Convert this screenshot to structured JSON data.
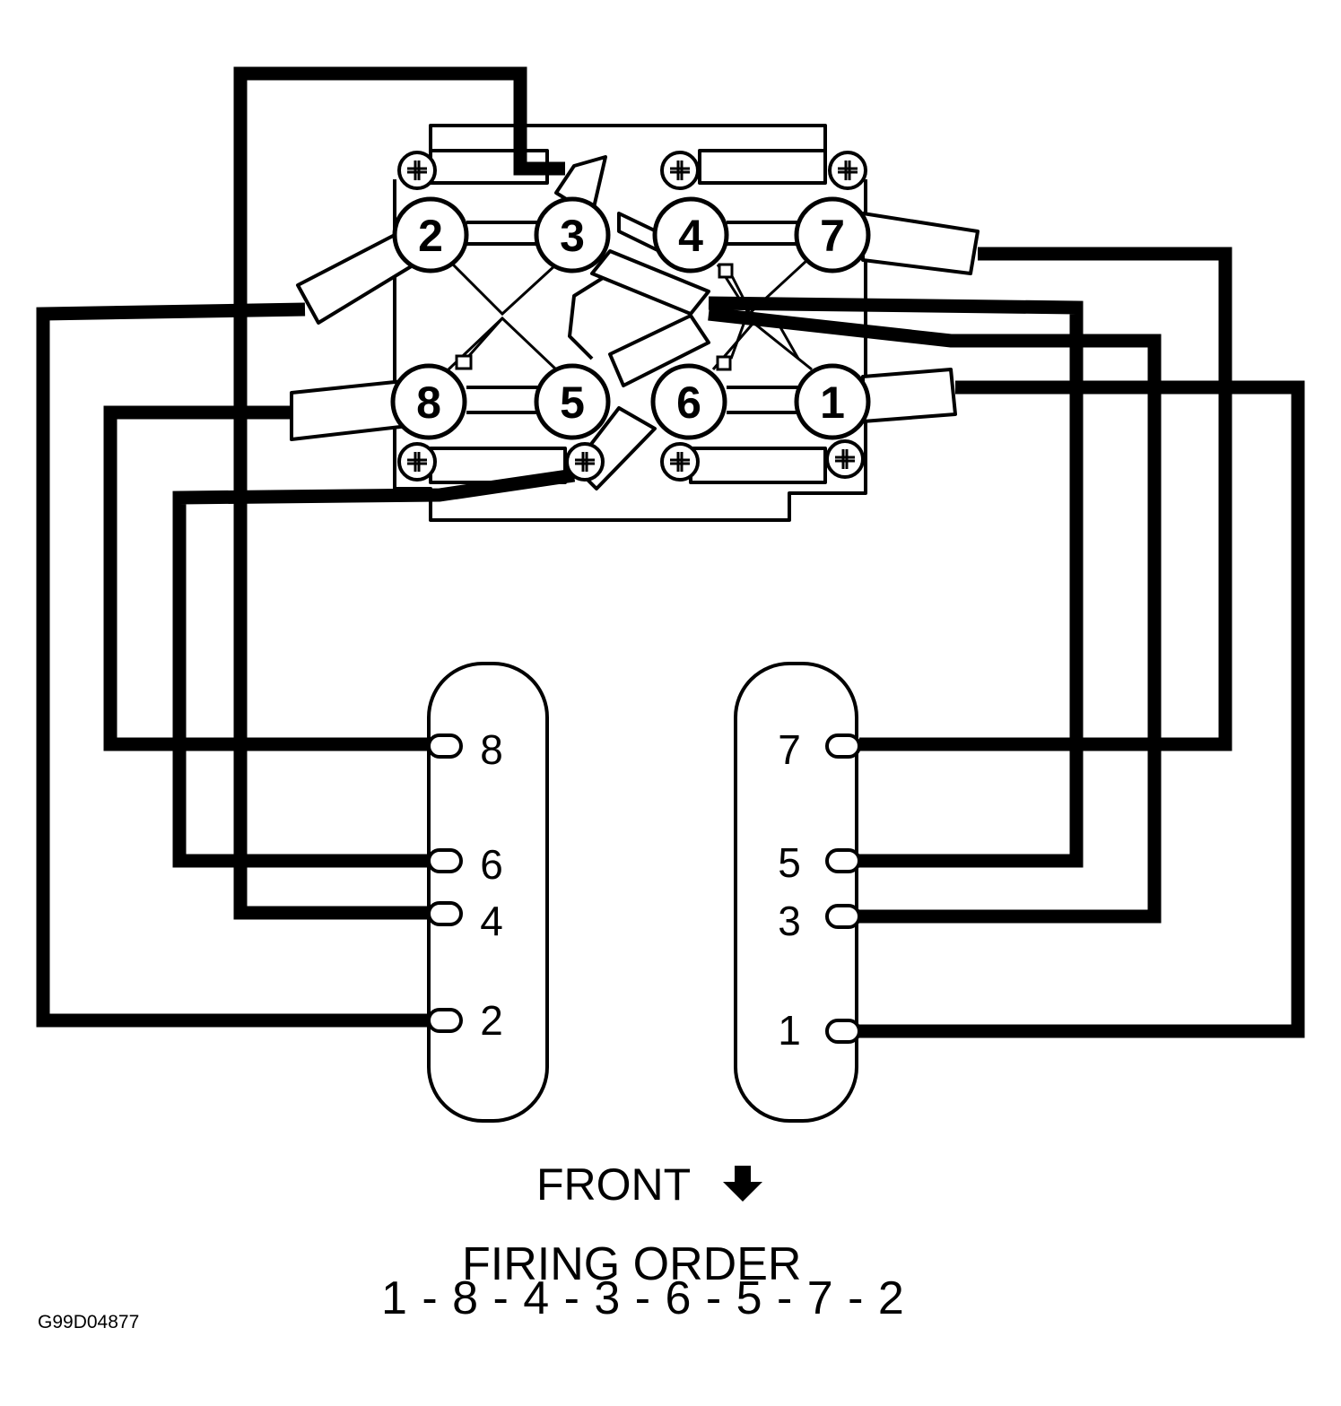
{
  "colors": {
    "ink": "#000000",
    "background": "#ffffff"
  },
  "plugs": [
    "2",
    "3",
    "4",
    "7",
    "8",
    "5",
    "6",
    "1"
  ],
  "coil_left": [
    "8",
    "6",
    "4",
    "2"
  ],
  "coil_right": [
    "7",
    "5",
    "3",
    "1"
  ],
  "front_label": "FRONT",
  "front_arrow_icon": "arrow-down-icon",
  "firing_order_title": "FIRING ORDER",
  "firing_order_sequence": "1 - 8 - 4 - 3 - 6 - 5 - 7 - 2",
  "figure_code": "G99D04877"
}
